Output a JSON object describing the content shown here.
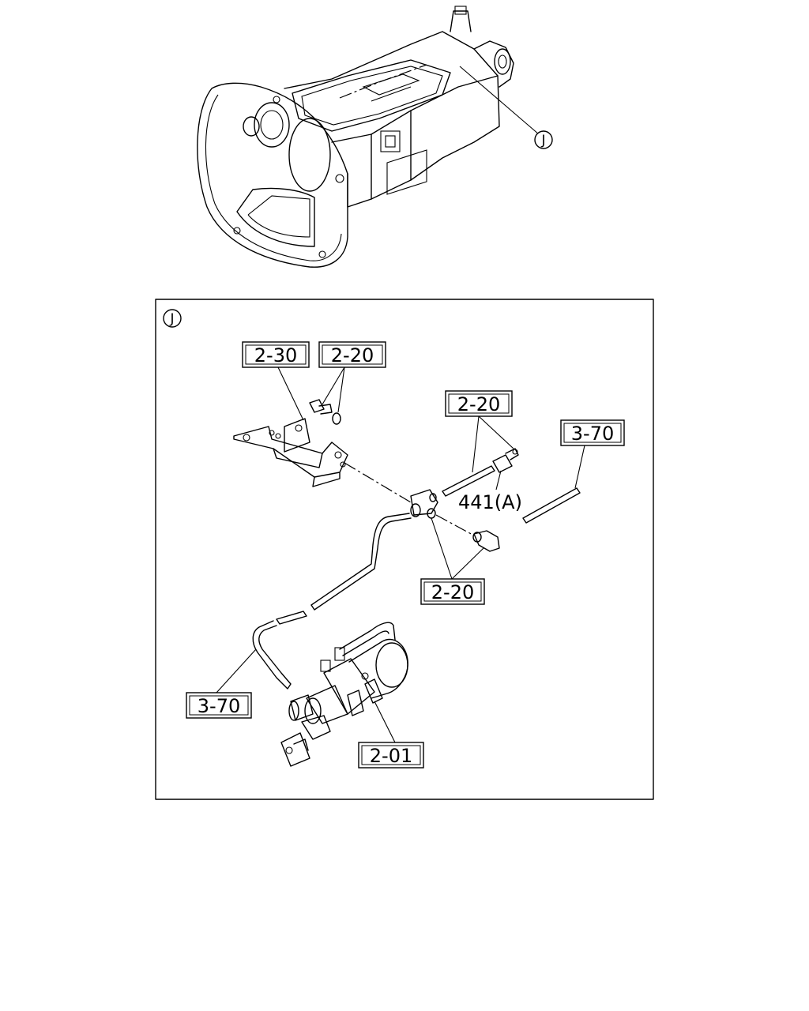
{
  "callout_top": "J",
  "detail": {
    "marker": "J",
    "labels": {
      "l1": "2-30",
      "l2": "2-20",
      "l3": "2-20",
      "l4": "3-70",
      "l5": "441(A)",
      "l6": "2-20",
      "l7": "3-70",
      "l8": "2-01"
    }
  }
}
